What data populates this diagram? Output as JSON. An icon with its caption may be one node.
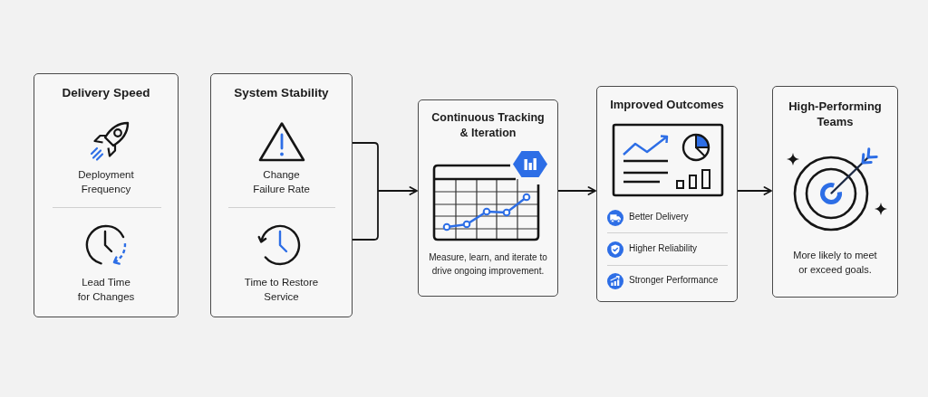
{
  "diagram": {
    "nodes": [
      {
        "text": [
          "Delivery Speed",
          "Deployment Frequency",
          "Lead Time for Changes"
        ]
      },
      {
        "text": [
          "System Stability",
          "Change Failure Rate",
          "Time to Restore Service"
        ]
      },
      {
        "text": [
          "Continuous Tracking & Iteration",
          "Measure, learn, and iterate to drive ongoing improvement."
        ]
      },
      {
        "text": [
          "Improved Outcomes",
          "Better Delivery",
          "Higher Reliability",
          "Stronger Performance"
        ]
      },
      {
        "text": [
          "High-Performing Teams",
          "More likely to meet or exceed goals."
        ]
      }
    ],
    "edges": [
      {
        "from": 1,
        "to": 2,
        "arrow": "to"
      },
      {
        "from": 2,
        "to": 3,
        "arrow": "to"
      },
      {
        "from": 3,
        "to": 4,
        "arrow": "to"
      }
    ]
  }
}
